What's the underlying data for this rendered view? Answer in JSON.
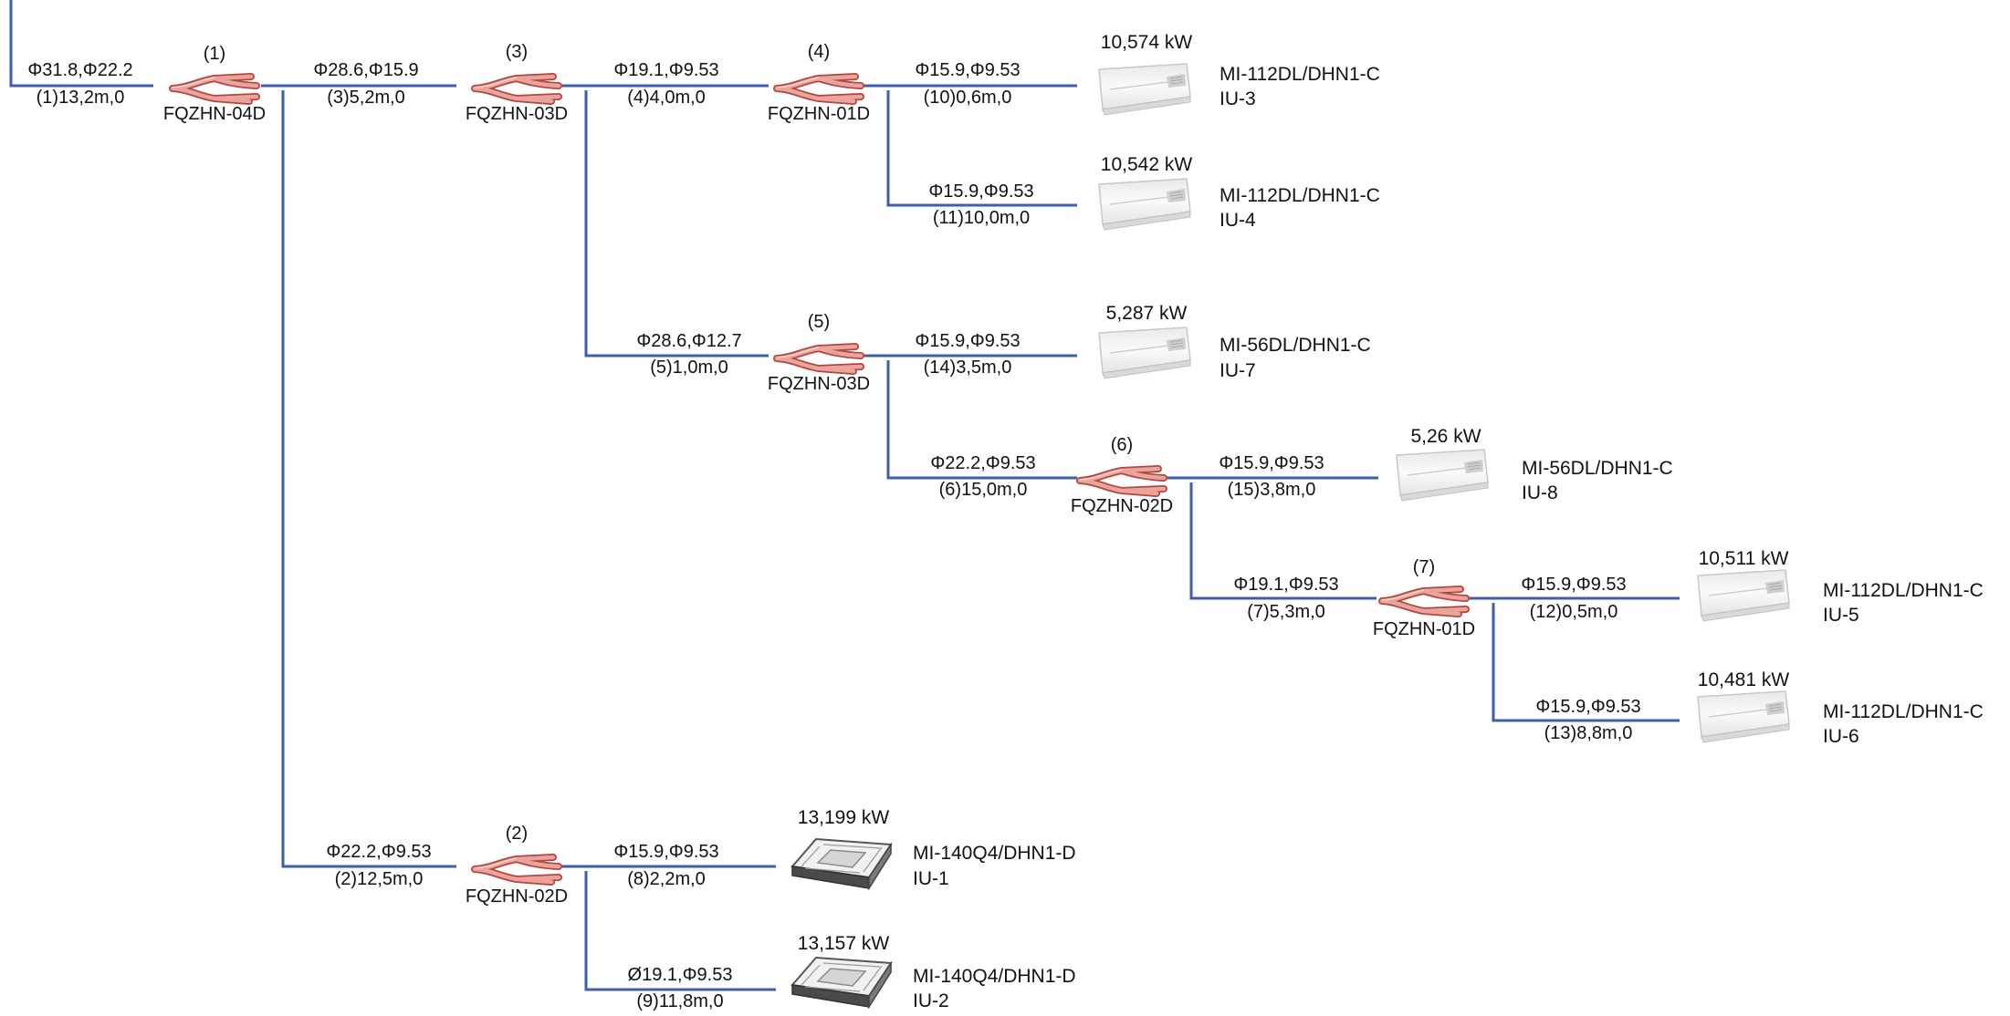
{
  "colors": {
    "pipe": "#3d5fae",
    "branch_joint": "#dc8e86",
    "branch_joint_edge": "#b3473f",
    "unit_body": "#f2f2f2",
    "unit_edge": "#bdbdbd"
  },
  "supply": {
    "spec": "Φ31.8,Φ22.2",
    "run": "(1)13,2m,0"
  },
  "joints": [
    {
      "id": "j1",
      "index": "(1)",
      "model": "FQZHN-04D"
    },
    {
      "id": "j2",
      "index": "(2)",
      "model": "FQZHN-02D"
    },
    {
      "id": "j3",
      "index": "(3)",
      "model": "FQZHN-03D"
    },
    {
      "id": "j4",
      "index": "(4)",
      "model": "FQZHN-01D"
    },
    {
      "id": "j5",
      "index": "(5)",
      "model": "FQZHN-03D"
    },
    {
      "id": "j6",
      "index": "(6)",
      "model": "FQZHN-02D"
    },
    {
      "id": "j7",
      "index": "(7)",
      "model": "FQZHN-01D"
    }
  ],
  "segments": [
    {
      "id": "s3",
      "spec": "Φ28.6,Φ15.9",
      "run": "(3)5,2m,0"
    },
    {
      "id": "s4",
      "spec": "Φ19.1,Φ9.53",
      "run": "(4)4,0m,0"
    },
    {
      "id": "s10",
      "spec": "Φ15.9,Φ9.53",
      "run": "(10)0,6m,0"
    },
    {
      "id": "s11",
      "spec": "Φ15.9,Φ9.53",
      "run": "(11)10,0m,0"
    },
    {
      "id": "s5",
      "spec": "Φ28.6,Φ12.7",
      "run": "(5)1,0m,0"
    },
    {
      "id": "s14",
      "spec": "Φ15.9,Φ9.53",
      "run": "(14)3,5m,0"
    },
    {
      "id": "s6",
      "spec": "Φ22.2,Φ9.53",
      "run": "(6)15,0m,0"
    },
    {
      "id": "s15",
      "spec": "Φ15.9,Φ9.53",
      "run": "(15)3,8m,0"
    },
    {
      "id": "s7",
      "spec": "Φ19.1,Φ9.53",
      "run": "(7)5,3m,0"
    },
    {
      "id": "s12",
      "spec": "Φ15.9,Φ9.53",
      "run": "(12)0,5m,0"
    },
    {
      "id": "s13",
      "spec": "Φ15.9,Φ9.53",
      "run": "(13)8,8m,0"
    },
    {
      "id": "s2",
      "spec": "Φ22.2,Φ9.53",
      "run": "(2)12,5m,0"
    },
    {
      "id": "s8",
      "spec": "Φ15.9,Φ9.53",
      "run": "(8)2,2m,0"
    },
    {
      "id": "s9",
      "spec": "Ø19.1,Φ9.53",
      "run": "(9)11,8m,0"
    }
  ],
  "units": [
    {
      "id": "iu3",
      "capacity": "10,574  kW",
      "model": "MI-112DL/DHN1-C",
      "name": "IU-3",
      "kind": "ceiling"
    },
    {
      "id": "iu4",
      "capacity": "10,542  kW",
      "model": "MI-112DL/DHN1-C",
      "name": "IU-4",
      "kind": "ceiling"
    },
    {
      "id": "iu7",
      "capacity": "5,287  kW",
      "model": "MI-56DL/DHN1-C",
      "name": "IU-7",
      "kind": "ceiling"
    },
    {
      "id": "iu8",
      "capacity": "5,26  kW",
      "model": "MI-56DL/DHN1-C",
      "name": "IU-8",
      "kind": "ceiling"
    },
    {
      "id": "iu5",
      "capacity": "10,511  kW",
      "model": "MI-112DL/DHN1-C",
      "name": "IU-5",
      "kind": "ceiling"
    },
    {
      "id": "iu6",
      "capacity": "10,481  kW",
      "model": "MI-112DL/DHN1-C",
      "name": "IU-6",
      "kind": "ceiling"
    },
    {
      "id": "iu1",
      "capacity": "13,199  kW",
      "model": "MI-140Q4/DHN1-D",
      "name": "IU-1",
      "kind": "cassette"
    },
    {
      "id": "iu2",
      "capacity": "13,157  kW",
      "model": "MI-140Q4/DHN1-D",
      "name": "IU-2",
      "kind": "cassette"
    }
  ]
}
